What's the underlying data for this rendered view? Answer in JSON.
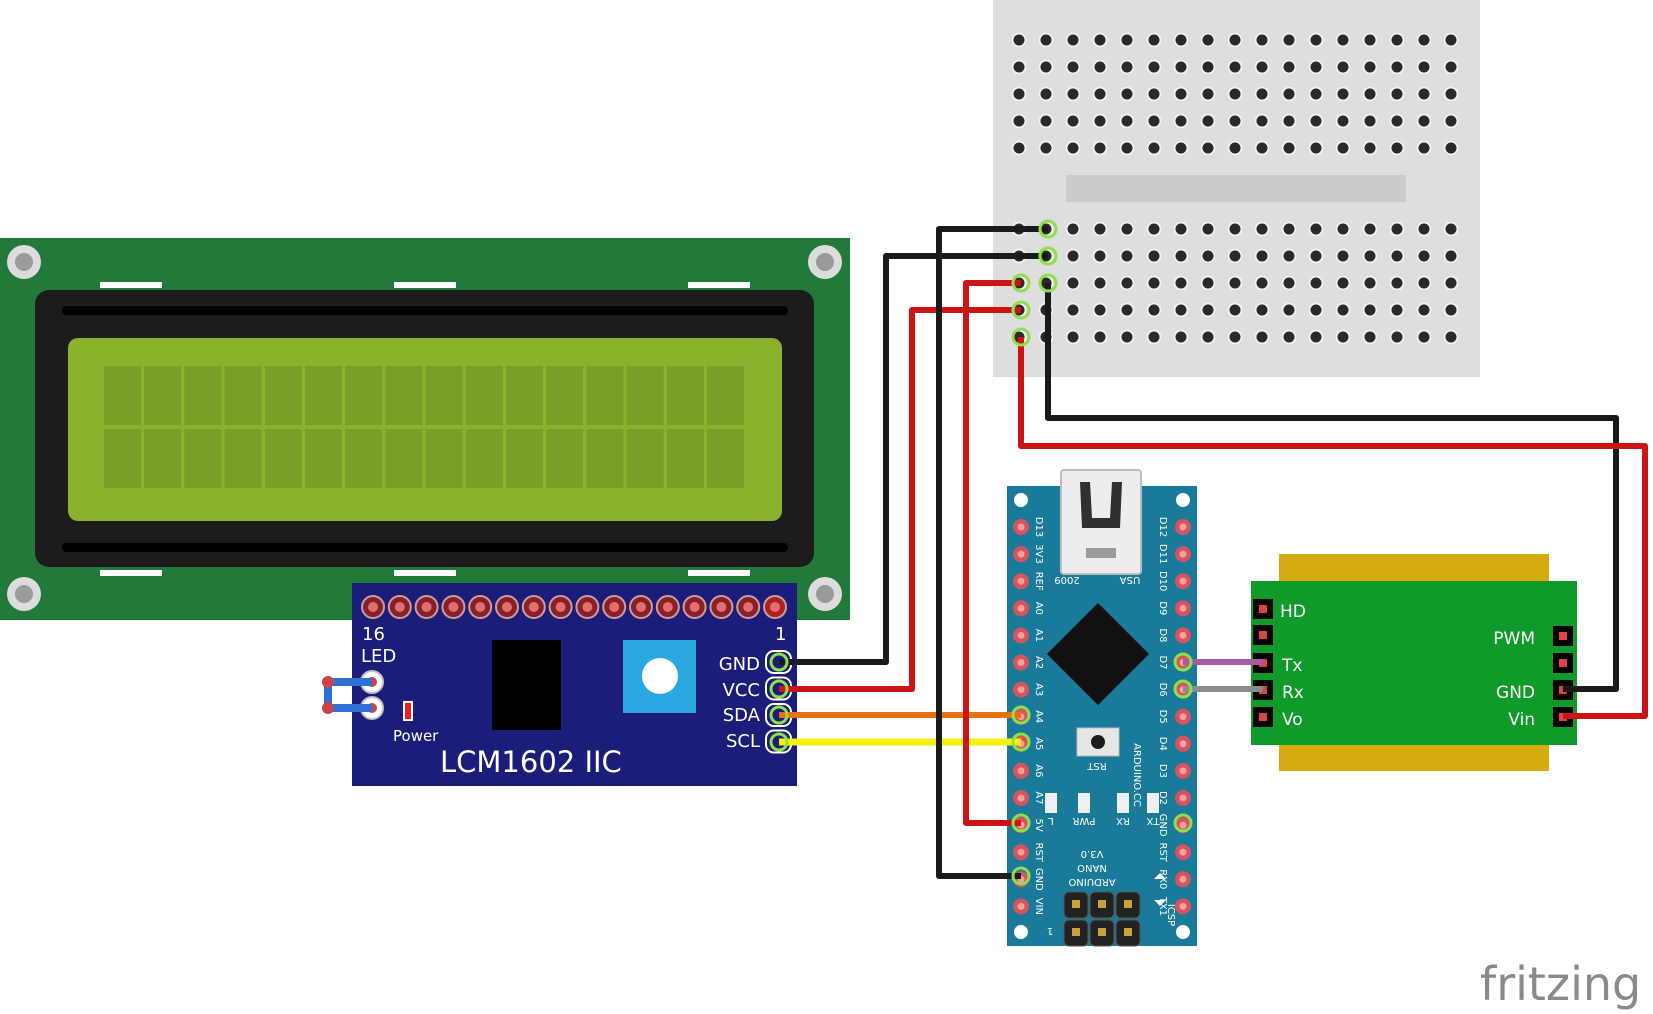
{
  "lcd_module": {
    "board_label": "LCM1602 IIC",
    "pin_first": "1",
    "pin_last": "16",
    "led_label": "LED",
    "power_label": "Power",
    "pins": [
      "GND",
      "VCC",
      "SDA",
      "SCL"
    ]
  },
  "nano": {
    "left_pins": [
      "D13",
      "3V3",
      "REF",
      "A0",
      "A1",
      "A2",
      "A3",
      "A4",
      "A5",
      "A6",
      "A7",
      "5V",
      "RST",
      "GND",
      "VIN"
    ],
    "right_pins": [
      "D12",
      "D11",
      "D10",
      "D9",
      "D8",
      "D7",
      "D6",
      "D5",
      "D4",
      "D3",
      "D2",
      "GND",
      "RST",
      "RX0",
      "TX1"
    ],
    "year": "2009",
    "country": "USA",
    "brand": "ARDUINO.CC",
    "model_lines": [
      "ARDUINO",
      "NANO",
      "V3.0"
    ],
    "rst_label": "RST",
    "led_labels": [
      "L",
      "PWR",
      "RX",
      "TX"
    ],
    "icsp_label": "ICSP",
    "icsp_pin1": "1"
  },
  "sensor": {
    "left_pins": [
      "HD",
      "",
      "Tx",
      "Rx",
      "Vo"
    ],
    "right_pins": [
      "PWM",
      "",
      "GND",
      "Vin"
    ]
  },
  "wire_colors": {
    "black": "#1a1a1a",
    "red": "#cc1414",
    "orange": "#e8710f",
    "yellow": "#f2f20a",
    "purple": "#a45ca4",
    "gray": "#8c8c8c"
  },
  "watermark": "fritzing"
}
